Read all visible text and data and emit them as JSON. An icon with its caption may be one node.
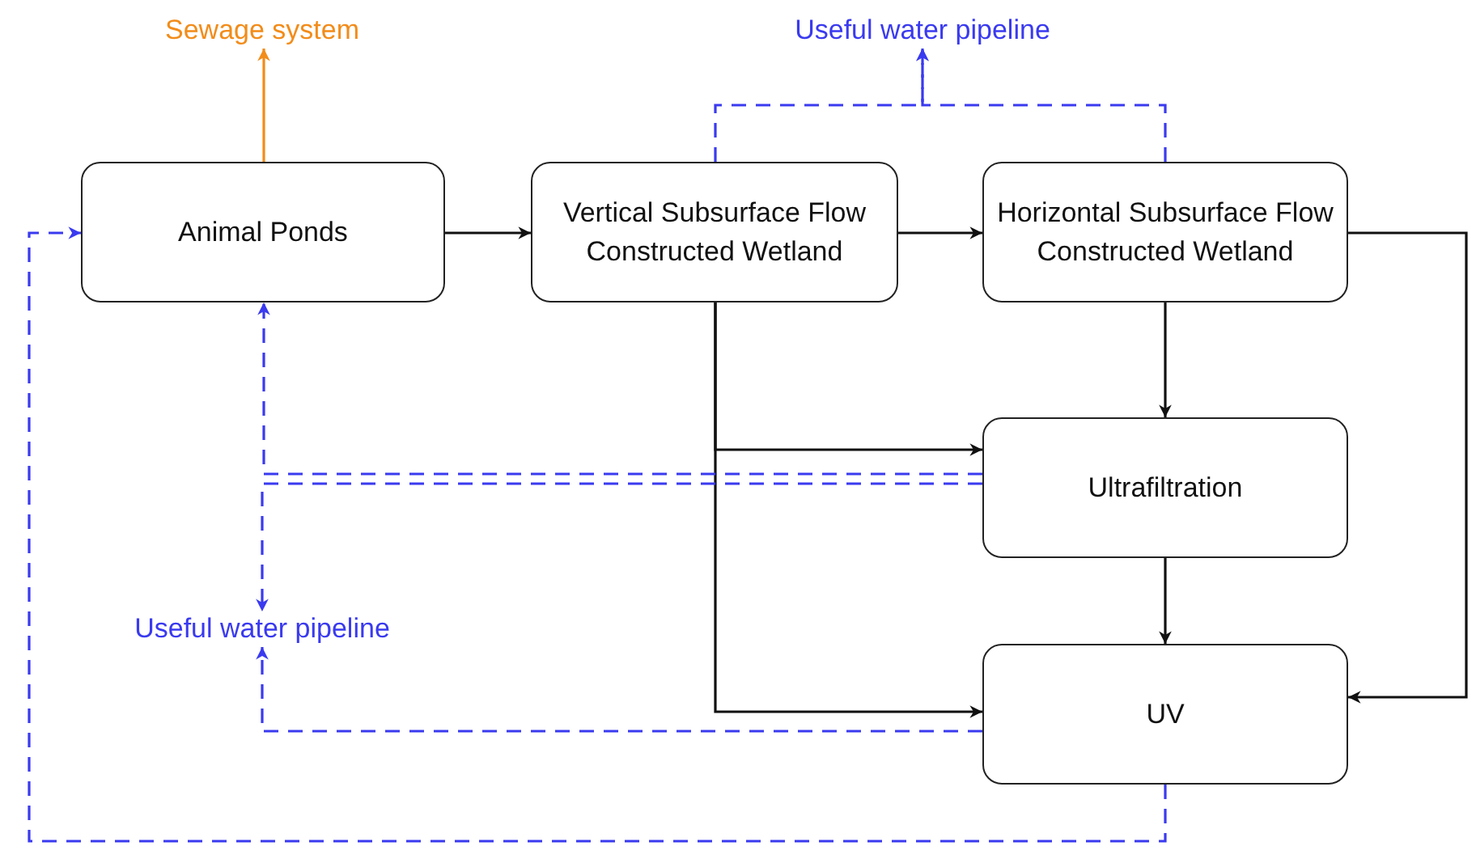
{
  "diagram": {
    "nodes": [
      {
        "text": [
          "Sewage system"
        ]
      },
      {
        "text": [
          "Useful water pipeline"
        ]
      },
      {
        "text": [
          "Animal Ponds"
        ]
      },
      {
        "text": [
          "Vertical Subsurface Flow Constructed Wetland"
        ]
      },
      {
        "text": [
          "Horizontal Subsurface Flow Constructed Wetland"
        ]
      },
      {
        "text": [
          "Ultrafiltration"
        ]
      },
      {
        "text": [
          "Useful water pipeline"
        ]
      },
      {
        "text": [
          "UV"
        ]
      }
    ],
    "edges": [
      {
        "from": 2,
        "to": 0,
        "arrow": "to",
        "color": "#f28c1a"
      },
      {
        "from": 2,
        "to": 3,
        "arrow": "to"
      },
      {
        "from": 3,
        "to": 4,
        "arrow": "to"
      },
      {
        "from": 4,
        "to": 7,
        "arrow": "to"
      },
      {
        "from": 3,
        "to": 5,
        "arrow": "to"
      },
      {
        "from": 3,
        "to": 7,
        "arrow": "to"
      },
      {
        "from": 4,
        "to": 5,
        "arrow": "to"
      },
      {
        "from": 5,
        "to": 7,
        "arrow": "to"
      },
      {
        "from": 3,
        "to": 1,
        "arrow": "to",
        "style": "dashed",
        "color": "#3a3af0"
      },
      {
        "from": 4,
        "to": 1,
        "arrow": "to",
        "style": "dashed",
        "color": "#3a3af0"
      },
      {
        "from": 5,
        "to": 2,
        "arrow": "to",
        "style": "dashed",
        "color": "#3a3af0"
      },
      {
        "from": 5,
        "to": 6,
        "arrow": "to",
        "style": "dashed",
        "color": "#3a3af0"
      },
      {
        "from": 7,
        "to": 6,
        "arrow": "to",
        "style": "dashed",
        "color": "#3a3af0"
      },
      {
        "from": 7,
        "to": 2,
        "arrow": "to",
        "style": "dashed",
        "color": "#3a3af0"
      }
    ]
  }
}
